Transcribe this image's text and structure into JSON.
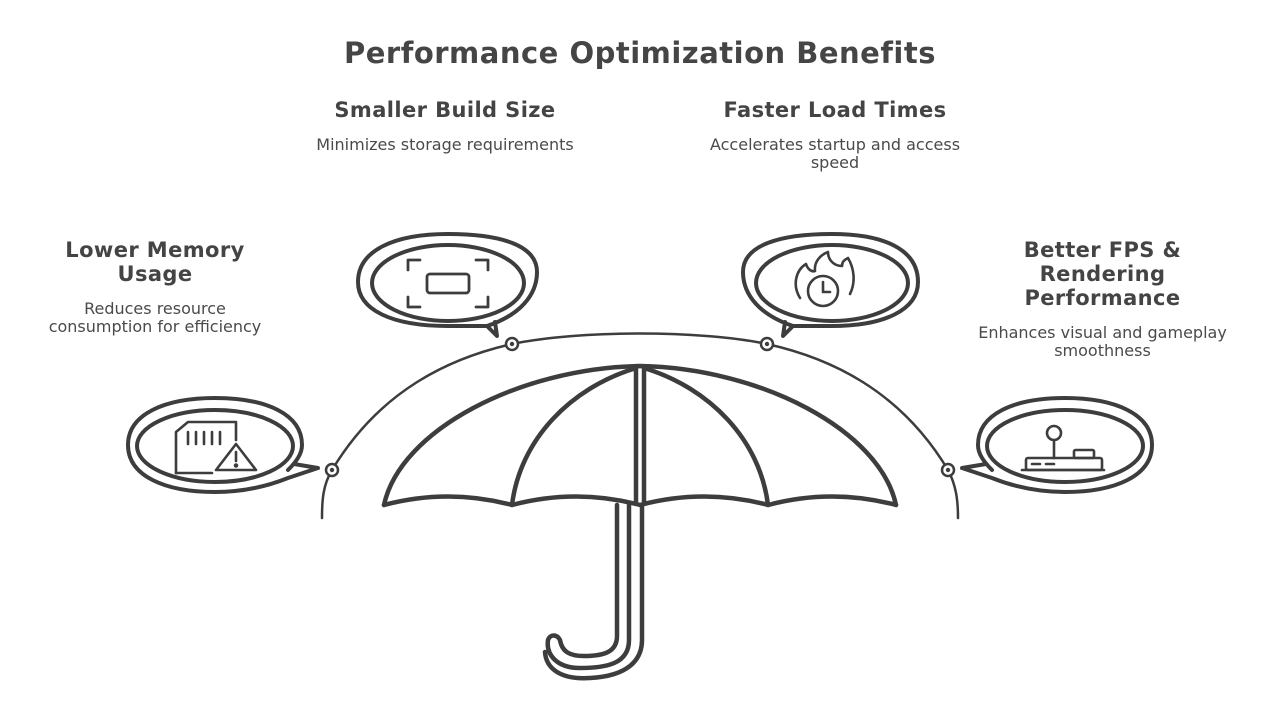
{
  "title": "Performance Optimization Benefits",
  "benefits": [
    {
      "heading": "Smaller Build Size",
      "description": "Minimizes storage requirements",
      "icon": "minimize-frame-icon"
    },
    {
      "heading": "Faster Load Times",
      "description": "Accelerates startup and access speed",
      "icon": "fire-clock-icon"
    },
    {
      "heading": "Lower Memory Usage",
      "description": "Reduces resource consumption for efficiency",
      "icon": "memory-card-warning-icon"
    },
    {
      "heading": "Better FPS & Rendering Performance",
      "description": "Enhances visual and gameplay smoothness",
      "icon": "joystick-icon"
    }
  ],
  "colors": {
    "stroke": "#3d3d3d",
    "text": "#444444",
    "background": "#ffffff"
  },
  "central_icon": "umbrella-icon"
}
